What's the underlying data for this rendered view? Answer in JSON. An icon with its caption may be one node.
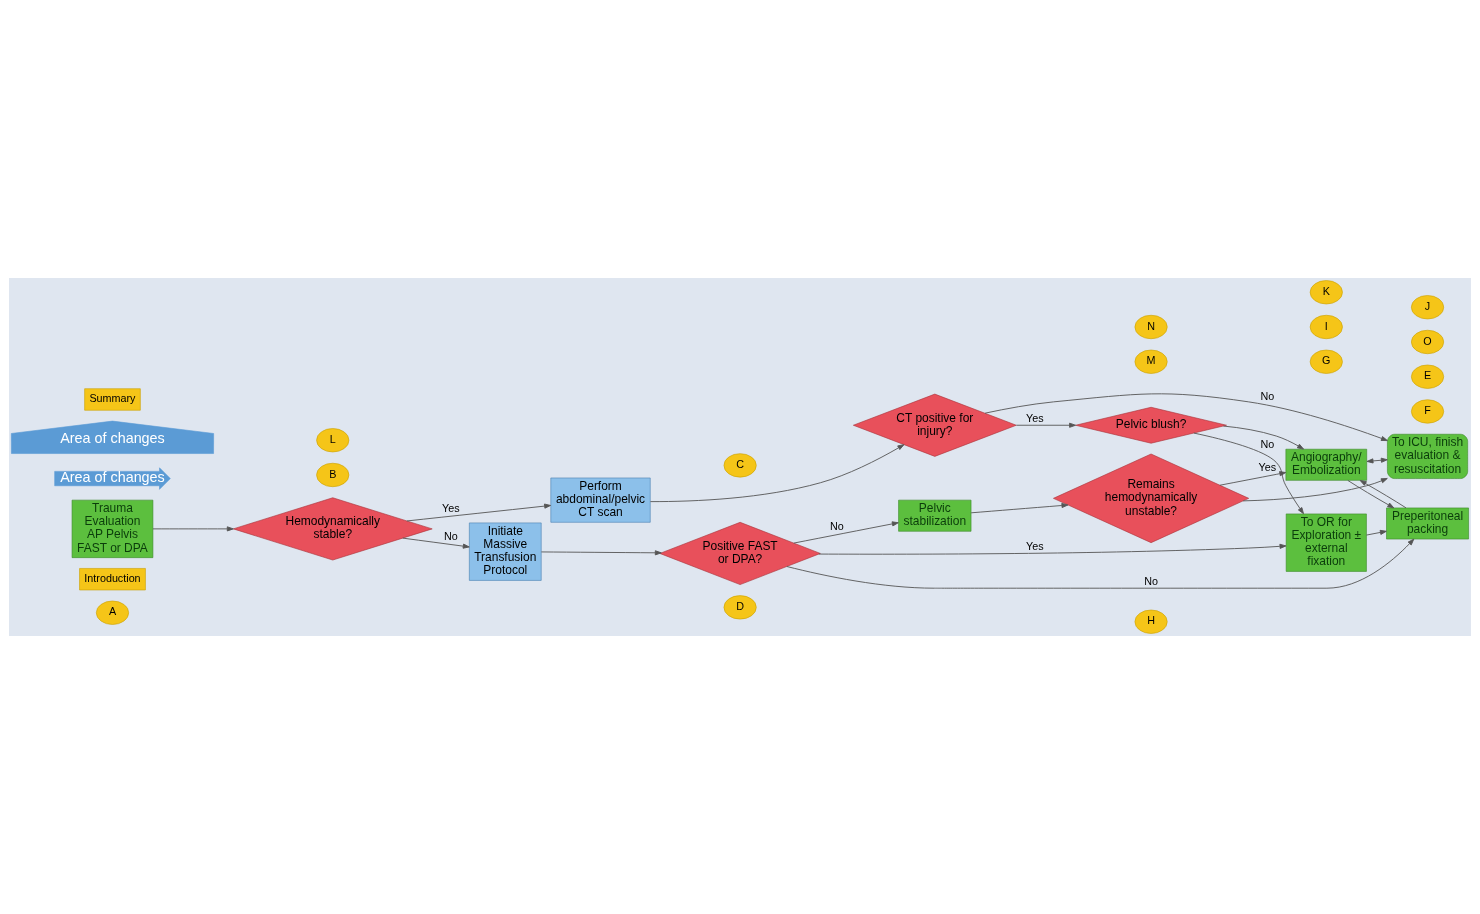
{
  "diagram": {
    "nodes": [
      {
        "text": [
          "A"
        ]
      },
      {
        "text": [
          "Introduction"
        ]
      },
      {
        "text": [
          "D"
        ]
      },
      {
        "text": [
          "H"
        ]
      },
      {
        "text": [
          "Trauma Evaluation",
          "AP Pelvis",
          "FAST or DPA"
        ]
      },
      {
        "text": [
          "Pelvic stabilization"
        ]
      },
      {
        "text": [
          "Remains hemodynamically unstable?"
        ]
      },
      {
        "text": [
          "Area of changes"
        ]
      },
      {
        "text": [
          "B"
        ]
      },
      {
        "text": [
          "C"
        ]
      },
      {
        "text": [
          "F"
        ]
      },
      {
        "text": [
          "G"
        ]
      },
      {
        "text": [
          "I"
        ]
      },
      {
        "text": [
          "Hemodynamically stable?"
        ]
      },
      {
        "text": [
          "Initiate Massive Transfusion Protocol"
        ]
      },
      {
        "text": [
          "Positive FAST or DPA?"
        ]
      },
      {
        "text": [
          "Preperitoneal packing"
        ]
      },
      {
        "text": [
          "Angiography/ Embolization"
        ]
      },
      {
        "text": [
          "K"
        ]
      },
      {
        "text": [
          "E"
        ]
      },
      {
        "text": [
          "O"
        ]
      },
      {
        "text": [
          "Perform abdominal/pelvic CT scan"
        ]
      },
      {
        "text": [
          "J"
        ]
      },
      {
        "text": [
          "To OR for Exploration ± external fixation"
        ]
      },
      {
        "text": [
          "To ICU, finish evaluation & resuscitation"
        ]
      },
      {
        "text": [
          "L"
        ]
      },
      {
        "text": [
          "M"
        ]
      },
      {
        "text": [
          "CT positive for injury?"
        ]
      },
      {
        "text": [
          "Pelvic blush?"
        ]
      },
      {
        "text": [
          "N"
        ]
      },
      {
        "text": [
          "Area of changes"
        ]
      },
      {
        "text": [
          "Summary"
        ]
      }
    ],
    "edges": [
      {
        "from": 4,
        "to": 13,
        "arrow": "to"
      },
      {
        "from": 13,
        "to": 14,
        "label": "No",
        "arrow": "to"
      },
      {
        "from": 13,
        "to": 21,
        "label": "Yes",
        "arrow": "to"
      },
      {
        "from": 14,
        "to": 15,
        "arrow": "to"
      },
      {
        "from": 15,
        "to": 5,
        "label": "No",
        "arrow": "to"
      },
      {
        "from": 15,
        "to": 16,
        "label": "No",
        "arrow": "to"
      },
      {
        "from": 15,
        "to": 23,
        "label": "Yes",
        "arrow": "to"
      },
      {
        "from": 5,
        "to": 6,
        "arrow": "to"
      },
      {
        "from": 6,
        "to": 17,
        "label": "Yes",
        "arrow": "to"
      },
      {
        "from": 6,
        "to": 24,
        "arrow": "to"
      },
      {
        "from": 16,
        "to": 17,
        "arrow": "to"
      },
      {
        "from": 17,
        "to": 16,
        "arrow": "to"
      },
      {
        "from": 23,
        "to": 16,
        "arrow": "to"
      },
      {
        "from": 17,
        "to": 24,
        "arrow": "both"
      },
      {
        "from": 21,
        "to": 27,
        "arrow": "to"
      },
      {
        "from": 27,
        "to": 28,
        "label": "Yes",
        "arrow": "to"
      },
      {
        "from": 27,
        "to": 24,
        "label": "No",
        "arrow": "to"
      },
      {
        "from": 28,
        "to": 23,
        "label": "No",
        "arrow": "to"
      },
      {
        "from": 28,
        "to": 17,
        "arrow": "to"
      }
    ]
  }
}
